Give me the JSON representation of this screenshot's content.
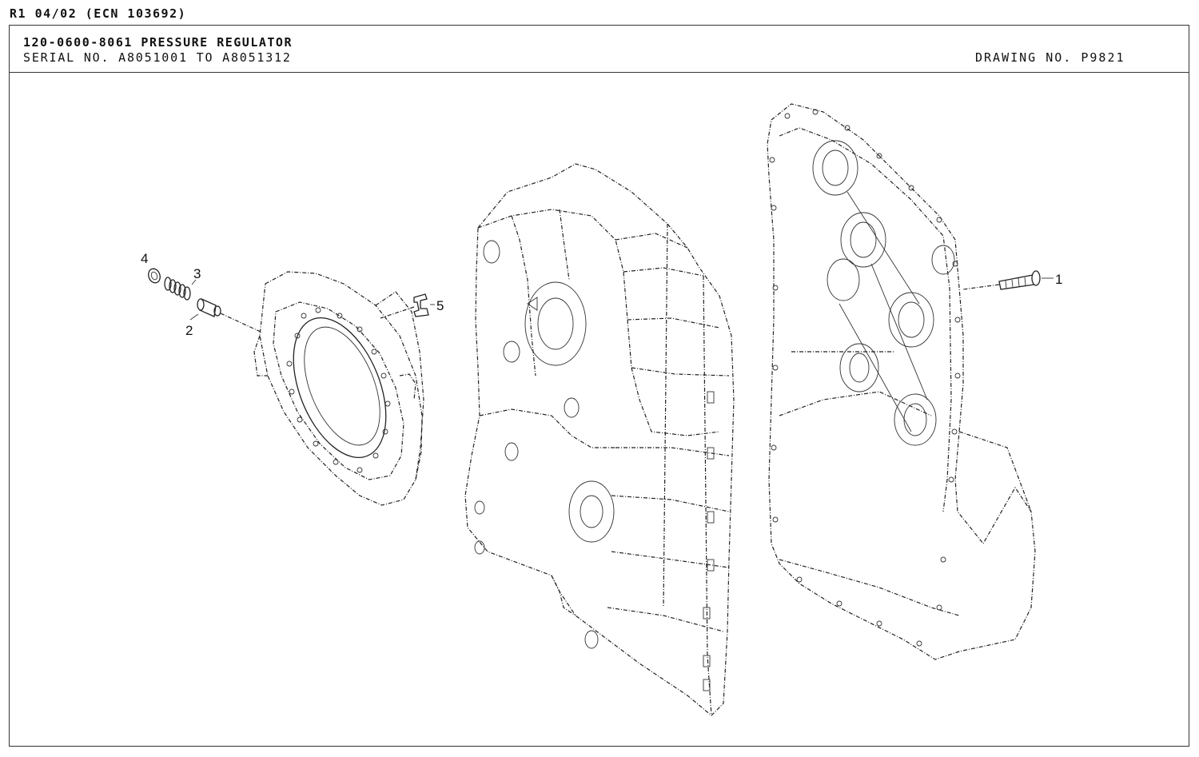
{
  "revision": "R1 04/02 (ECN 103692)",
  "header": {
    "title": "120-0600-8061 PRESSURE REGULATOR",
    "serial": "SERIAL NO. A8051001 TO A8051312",
    "drawing_no": "DRAWING NO. P9821"
  },
  "callouts": [
    "1",
    "2",
    "3",
    "4",
    "5"
  ]
}
